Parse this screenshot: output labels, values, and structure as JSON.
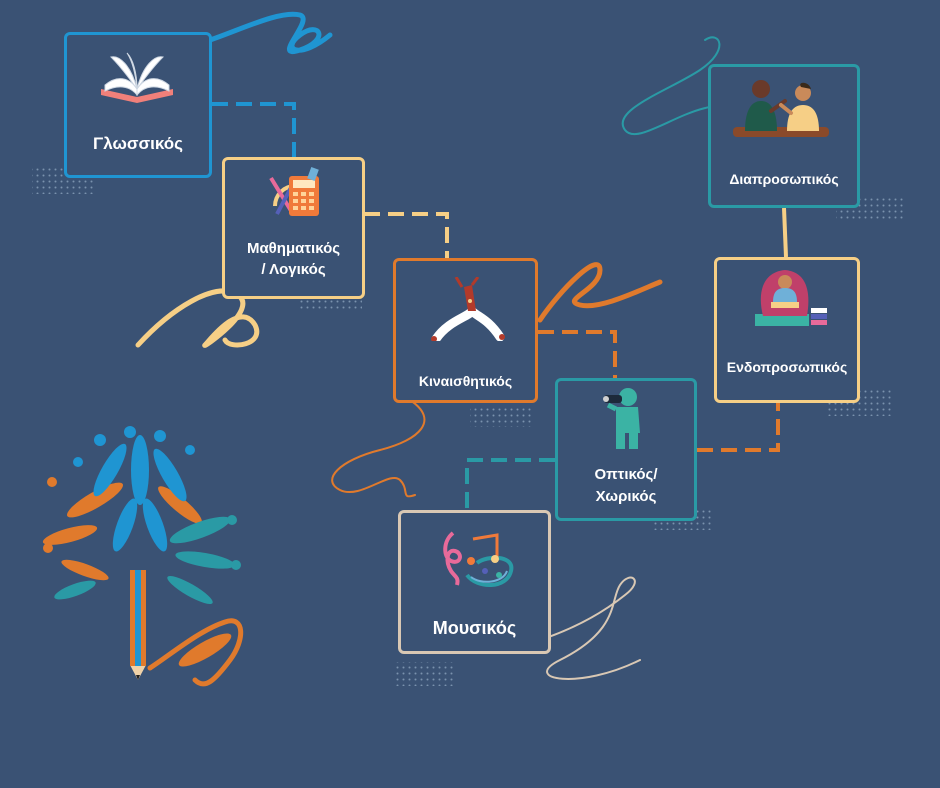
{
  "colors": {
    "background": "#3a5274",
    "blue": "#1f95d2",
    "yellow": "#f6cf86",
    "orange": "#e07a2c",
    "teal": "#2a9aa5",
    "cream": "#d9c8b4"
  },
  "nodes": [
    {
      "id": "glossikos",
      "label": "Γλωσσικός",
      "icon": "open-book-icon",
      "color": "#1f95d2"
    },
    {
      "id": "mathimatikos",
      "label_line1": "Μαθηματικός",
      "label_line2": "/ Λογικός",
      "icon": "calculator-icon",
      "color": "#f6cf86"
    },
    {
      "id": "kinaisthitikos",
      "label": "Κιναισθητικός",
      "icon": "dancer-icon",
      "color": "#e07a2c"
    },
    {
      "id": "optikos",
      "label_line1": "Οπτικός/",
      "label_line2": "Χωρικός",
      "icon": "binoculars-person-icon",
      "color": "#2a9aa5"
    },
    {
      "id": "mousikos",
      "label": "Μουσικός",
      "icon": "music-notes-icon",
      "color": "#d9c8b4"
    },
    {
      "id": "diaprosopikos",
      "label": "Διαπροσωπικός",
      "icon": "two-people-talking-icon",
      "color": "#2a9aa5"
    },
    {
      "id": "endoprosopikos",
      "label": "Ενδοπροσωπικός",
      "icon": "person-on-chair-icon",
      "color": "#f6cf86"
    }
  ],
  "decor": {
    "tree_icon": "pencil-tree-icon"
  }
}
